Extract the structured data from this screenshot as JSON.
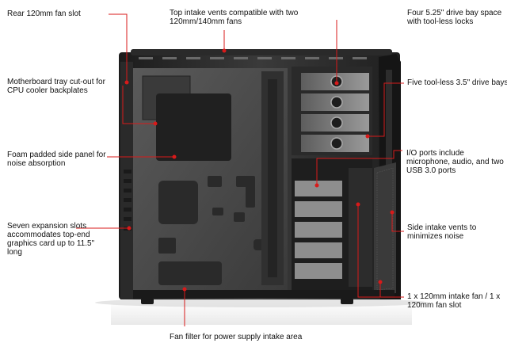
{
  "callouts": {
    "rear_fan": "Rear 120mm fan slot",
    "top_vents": [
      "Top intake vents compatible with two",
      "120mm/140mm fans"
    ],
    "drive_bay_525": [
      "Four 5.25\" drive bay space",
      "with tool-less locks"
    ],
    "mobo_tray": [
      "Motherboard tray cut-out for",
      "CPU cooler backplates"
    ],
    "drive_bay_35": "Five tool-less 3.5\" drive bays",
    "foam_panel": [
      "Foam padded side panel for",
      "noise absorption"
    ],
    "io_ports": [
      "I/O ports include",
      "microphone, audio, and two",
      "USB 3.0 ports"
    ],
    "expansion": [
      "Seven expansion slots",
      "accommodates top-end",
      "graphics card up to 11.5\"",
      "long"
    ],
    "side_vents": [
      "Side intake vents to",
      "minimizes noise"
    ],
    "front_fan": [
      "1 x 120mm intake fan / 1 x",
      "120mm fan slot"
    ],
    "psu_filter": "Fan filter for power supply intake area"
  },
  "colors": {
    "leader": "#d81a1a",
    "case_dark": "#2b2b2b",
    "case_mid": "#3e3e3e",
    "tray": "#4a4a4a"
  }
}
